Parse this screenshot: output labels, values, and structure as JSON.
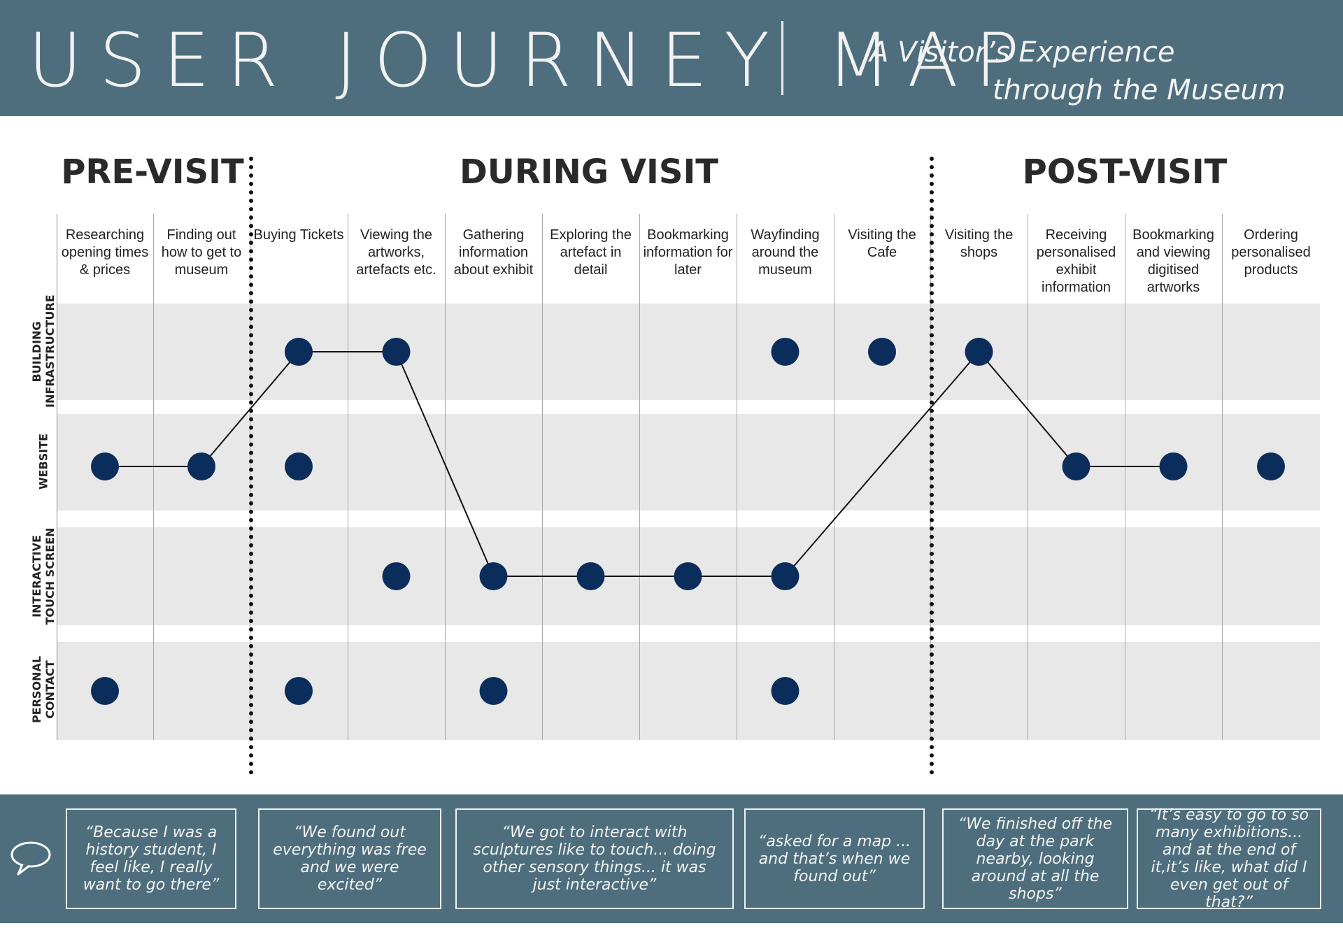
{
  "header": {
    "title": "USER JOURNEY MAP",
    "subtitle_line1": "A Visitor’s Experience",
    "subtitle_line2": "through the Museum"
  },
  "phases": [
    "PRE-VISIT",
    "DURING VISIT",
    "POST-VISIT"
  ],
  "rows": [
    "BUILDING INFRASTRUCTURE",
    "WEBSITE",
    "INTERACTIVE TOUCH SCREEN",
    "PERSONAL CONTACT"
  ],
  "stages": [
    "Researching opening times & prices",
    "Finding out how to get to museum",
    "Buying Tickets",
    "Viewing the artworks, artefacts etc.",
    "Gathering information about exhibit",
    "Exploring the artefact in detail",
    "Bookmarking information for later",
    "Wayfinding around the museum",
    "Visiting the Cafe",
    "Visiting the shops",
    "Receiving personalised exhibit information",
    "Bookmarking and viewing digitised artworks",
    "Ordering personalised products"
  ],
  "touchpoints": [
    {
      "stage": 0,
      "row": 1
    },
    {
      "stage": 0,
      "row": 3
    },
    {
      "stage": 1,
      "row": 1
    },
    {
      "stage": 2,
      "row": 0
    },
    {
      "stage": 2,
      "row": 1
    },
    {
      "stage": 2,
      "row": 3
    },
    {
      "stage": 3,
      "row": 0
    },
    {
      "stage": 3,
      "row": 2
    },
    {
      "stage": 4,
      "row": 2
    },
    {
      "stage": 4,
      "row": 3
    },
    {
      "stage": 5,
      "row": 2
    },
    {
      "stage": 6,
      "row": 2
    },
    {
      "stage": 7,
      "row": 0
    },
    {
      "stage": 7,
      "row": 2
    },
    {
      "stage": 7,
      "row": 3
    },
    {
      "stage": 8,
      "row": 0
    },
    {
      "stage": 9,
      "row": 0
    },
    {
      "stage": 10,
      "row": 1
    },
    {
      "stage": 11,
      "row": 1
    },
    {
      "stage": 12,
      "row": 1
    }
  ],
  "journey_path": [
    {
      "stage": 0,
      "row": 1
    },
    {
      "stage": 1,
      "row": 1
    },
    {
      "stage": 2,
      "row": 0
    },
    {
      "stage": 3,
      "row": 0
    },
    {
      "stage": 4,
      "row": 2
    },
    {
      "stage": 5,
      "row": 2
    },
    {
      "stage": 6,
      "row": 2
    },
    {
      "stage": 7,
      "row": 2
    },
    {
      "stage": 9,
      "row": 0
    },
    {
      "stage": 10,
      "row": 1
    },
    {
      "stage": 11,
      "row": 1
    }
  ],
  "quotes": [
    "“Because I was a history student, I feel like, I really want to go there”",
    "“We found out everything was free and we were excited”",
    "“We got to interact with sculptures like to touch... doing other sensory things... it was just interactive”",
    "“asked for a map ... and that’s when we found out”",
    "“We finished off the day at the park nearby, looking around at all the shops”",
    "“It’s easy to go to so many exhibitions... and at the end of it,it’s like, what did I even get out of that?”"
  ],
  "colors": {
    "header": "#4e6e7d",
    "dot": "#0b2d5b",
    "band": "#e8e8e8",
    "line": "#111111"
  },
  "icons": {
    "feedback": "speech-bubble-icon"
  }
}
